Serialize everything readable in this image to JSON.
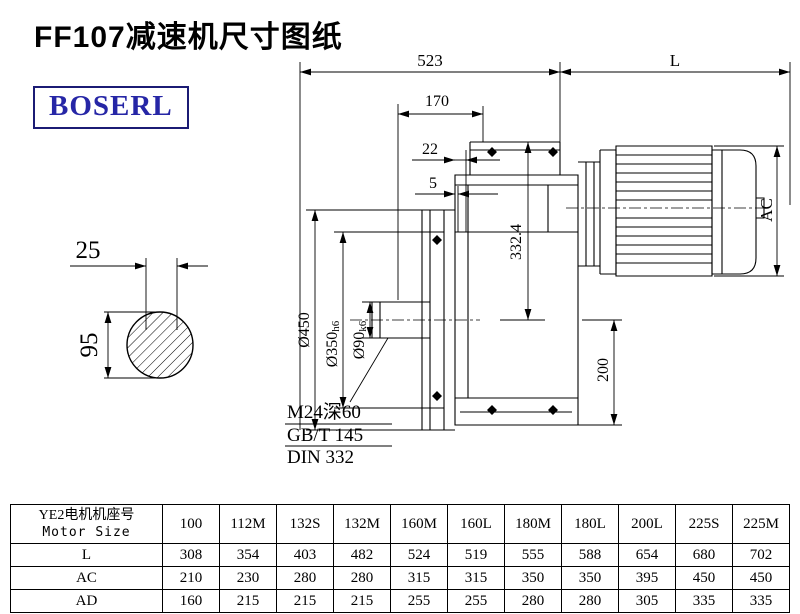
{
  "page": {
    "title": "FF107减速机尺寸图纸"
  },
  "logo": {
    "text": "BOSERL",
    "color": "#2626a6",
    "border_color": "#1b1b74"
  },
  "drawing": {
    "dim_523": "523",
    "dim_L": "L",
    "dim_170": "170",
    "dim_22": "22",
    "dim_5": "5",
    "dim_ac": "AC",
    "dim_332": "332.4",
    "dim_200": "200",
    "dia450": "Ø450",
    "dia350": "Ø350",
    "dia350_tol": "h6",
    "dia90": "Ø90",
    "dia90_tol": "k6",
    "key_width": "25",
    "shaft_dia": "95",
    "notes": [
      "M24深60",
      "GB/T 145",
      "DIN 332"
    ]
  },
  "table": {
    "header_cn": "YE2电机机座号",
    "header_en": "Motor Size",
    "sizes": [
      "100",
      "112M",
      "132S",
      "132M",
      "160M",
      "160L",
      "180M",
      "180L",
      "200L",
      "225S",
      "225M"
    ],
    "rows": [
      {
        "label": "L",
        "values": [
          "308",
          "354",
          "403",
          "482",
          "524",
          "519",
          "555",
          "588",
          "654",
          "680",
          "702"
        ]
      },
      {
        "label": "AC",
        "values": [
          "210",
          "230",
          "280",
          "280",
          "315",
          "315",
          "350",
          "350",
          "395",
          "450",
          "450"
        ]
      },
      {
        "label": "AD",
        "values": [
          "160",
          "215",
          "215",
          "215",
          "255",
          "255",
          "280",
          "280",
          "305",
          "335",
          "335"
        ]
      }
    ]
  }
}
